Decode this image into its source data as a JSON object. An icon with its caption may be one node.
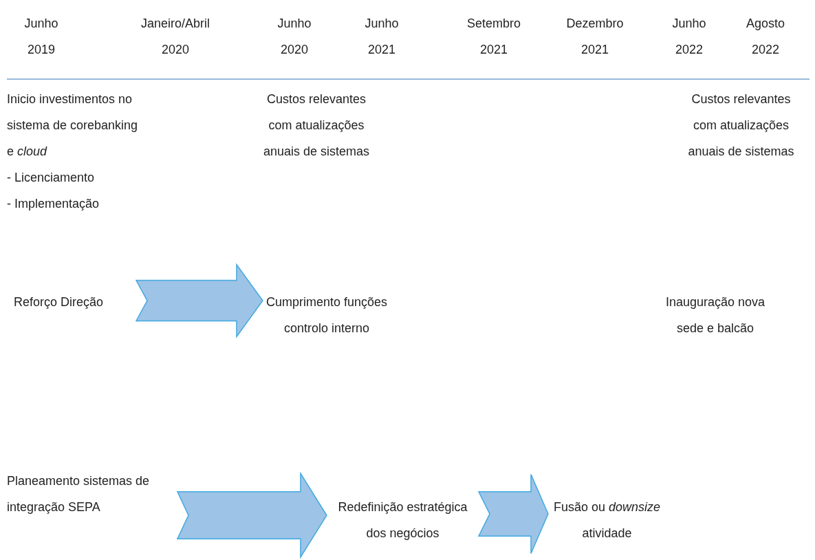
{
  "diagram": {
    "nodes": [
      {
        "text": [
          "Reforço Direção"
        ]
      },
      {
        "text": [
          "Cumprimento funções controlo interno"
        ]
      },
      {
        "text": [
          "Planeamento sistemas de integração SEPA"
        ]
      },
      {
        "text": [
          "Redefinição estratégica dos negócios"
        ]
      },
      {
        "text": [
          "Fusão ou *downsize* atividade"
        ]
      }
    ],
    "edges": [
      {
        "from": 0,
        "to": 1,
        "arrow": "to"
      },
      {
        "from": 2,
        "to": 3,
        "arrow": "to"
      },
      {
        "from": 3,
        "to": 4,
        "arrow": "to"
      }
    ],
    "labels": [
      "Junho 2019",
      "Janeiro/Abril 2020",
      "Junho 2020",
      "Junho 2021",
      "Setembro 2021",
      "Dezembro 2021",
      "Junho 2022",
      "Agosto 2022",
      "Inicio investimentos no sistema de corebanking e *cloud*",
      "Custos relevantes com atualizações anuais de sistemas",
      "Custos relevantes com atualizações anuais de sistemas",
      "- Licenciamento",
      "- Implementação",
      "Inauguração nova sede e balcão"
    ]
  }
}
